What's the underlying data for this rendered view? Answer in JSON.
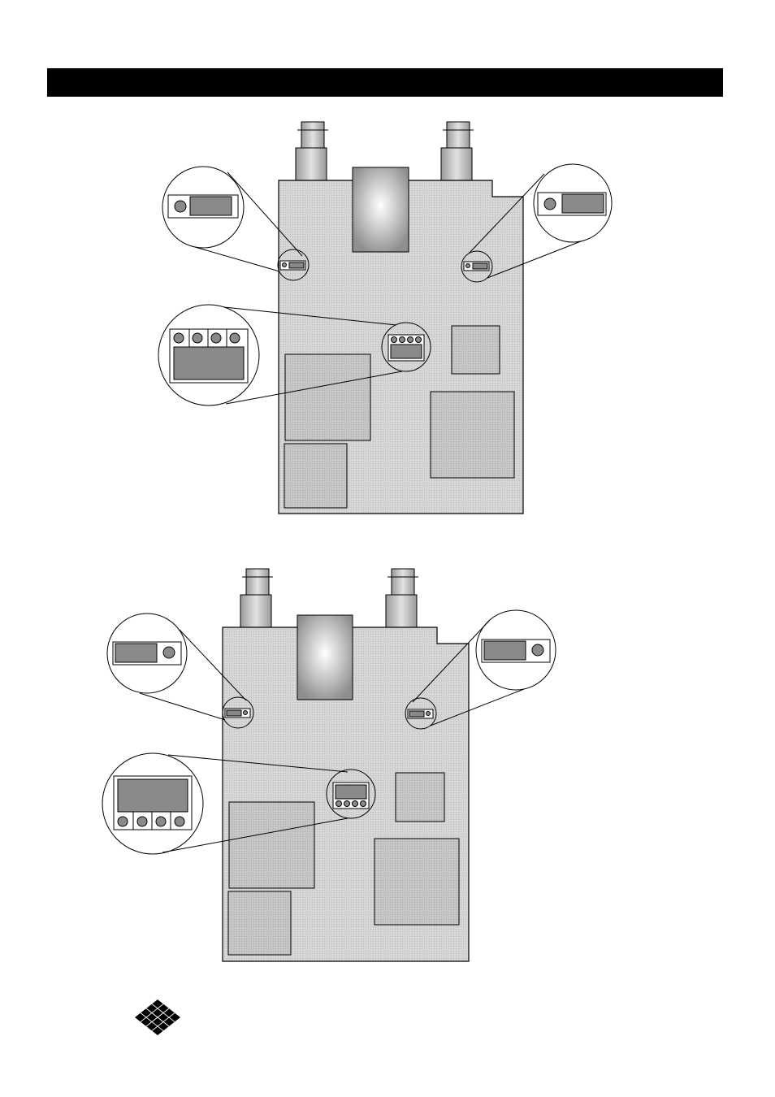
{
  "header": {
    "title": ""
  },
  "colors": {
    "header_bar": "#000000",
    "board_fill": "#d4d4d4",
    "component_fill": "#c4c4c4",
    "outline": "#000000",
    "logo": "#000000"
  },
  "figures": [
    {
      "name": "board-top",
      "orientation": "standard",
      "switch_count": 4,
      "jumper_count": 2
    },
    {
      "name": "board-bottom",
      "orientation": "mirrored",
      "switch_count": 4,
      "jumper_count": 2
    }
  ],
  "icons": {
    "logo": "black-box-diamond-logo"
  }
}
